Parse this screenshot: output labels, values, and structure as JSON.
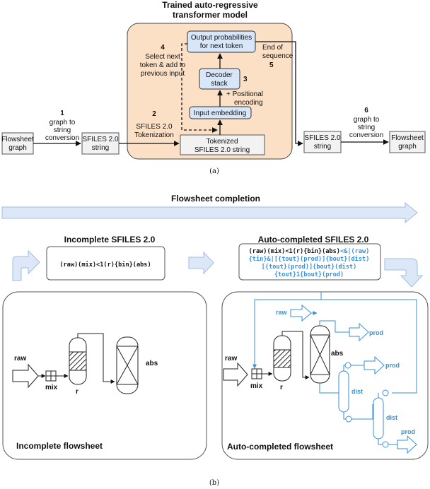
{
  "colors": {
    "accent": "#3a8fd8",
    "panel": "#fbe0c6",
    "box_blue": "#d8e6fa",
    "arrow_fill": "#dce8f7"
  },
  "top": {
    "title_line1": "Trained auto-regressive",
    "title_line2": "transformer model",
    "output_prob_line1": "Output probabilities",
    "output_prob_line2": "for next token",
    "decoder_line1": "Decoder",
    "decoder_line2": "stack",
    "input_embedding": "Input embedding",
    "tokenized_line1": "Tokenized",
    "tokenized_line2": "SFILES 2.0 string",
    "flowsheet_graph_line1": "Flowsheet",
    "flowsheet_graph_line2": "graph",
    "sfiles_string_line1": "SFILES 2.0",
    "sfiles_string_line2": "string",
    "step1_num": "1",
    "step1_line1": "graph to",
    "step1_line2": "string",
    "step1_line3": "conversion",
    "step2_num": "2",
    "step2_line1": "SFILES 2.0",
    "step2_line2": "Tokenization",
    "step3_num": "3",
    "step4_num": "4",
    "step4_line1": "Select next",
    "step4_line2": "token & add to",
    "step4_line3": "previous input",
    "step5_num": "5",
    "step5_line1": "End of",
    "step5_line2": "sequence",
    "positional_line1": "+ Positional",
    "positional_line2": "encoding",
    "step6_num": "6",
    "step6_line1": "graph to",
    "step6_line2": "string",
    "step6_line3": "conversion",
    "out_sfiles_line1": "SFILES 2.0",
    "out_sfiles_line2": "string",
    "out_graph_line1": "Flowsheet",
    "out_graph_line2": "graph",
    "caption": "(a)"
  },
  "bottom": {
    "banner": "Flowsheet completion",
    "incomplete_title": "Incomplete SFILES 2.0",
    "incomplete_string": "(raw)(mix)<1(r){bin}(abs)",
    "auto_title": "Auto-completed SFILES 2.0",
    "auto_line1_black": "(raw)(mix)<1(r){bin}(abs)",
    "auto_line1_blue": "<&|(raw)",
    "auto_line2": "{tin}&|[{tout}(prod)]{bout}(dist)",
    "auto_line3": "[{tout}(prod)]{bout}(dist)",
    "auto_line4": "{tout}1{bout}(prod)",
    "incomplete_flowsheet_label": "Incomplete flowsheet",
    "auto_flowsheet_label": "Auto-completed flowsheet",
    "labels": {
      "raw": "raw",
      "mix": "mix",
      "r": "r",
      "abs": "abs",
      "raw_blue": "raw",
      "prod1": "prod",
      "prod2": "prod",
      "prod3": "prod",
      "dist1": "dist",
      "dist2": "dist"
    },
    "caption": "(b)"
  }
}
